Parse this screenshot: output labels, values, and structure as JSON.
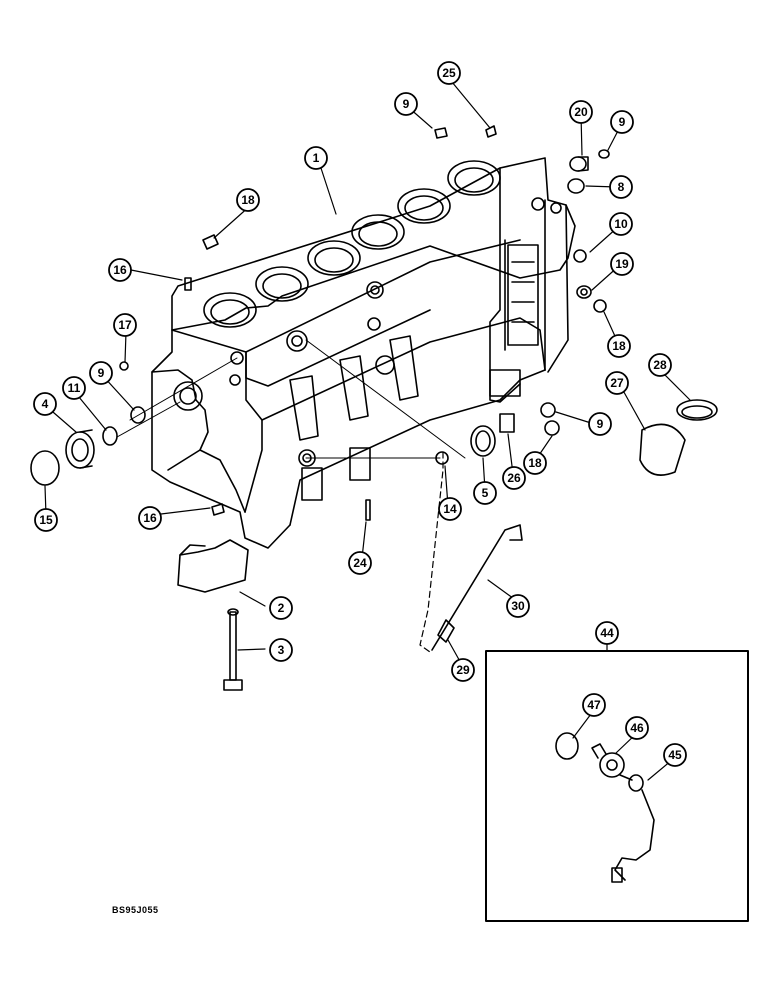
{
  "drawing_code": "BS95J055",
  "callouts": {
    "c1": "1",
    "c2": "2",
    "c3": "3",
    "c4": "4",
    "c5": "5",
    "c8": "8",
    "c9a": "9",
    "c9b": "9",
    "c9c": "9",
    "c9d": "9",
    "c10": "10",
    "c11": "11",
    "c14": "14",
    "c15": "15",
    "c16a": "16",
    "c16b": "16",
    "c17": "17",
    "c18a": "18",
    "c18b": "18",
    "c18c": "18",
    "c19": "19",
    "c20": "20",
    "c24": "24",
    "c25": "25",
    "c26": "26",
    "c27": "27",
    "c28": "28",
    "c29": "29",
    "c30": "30",
    "c44": "44",
    "c45": "45",
    "c46": "46",
    "c47": "47"
  }
}
